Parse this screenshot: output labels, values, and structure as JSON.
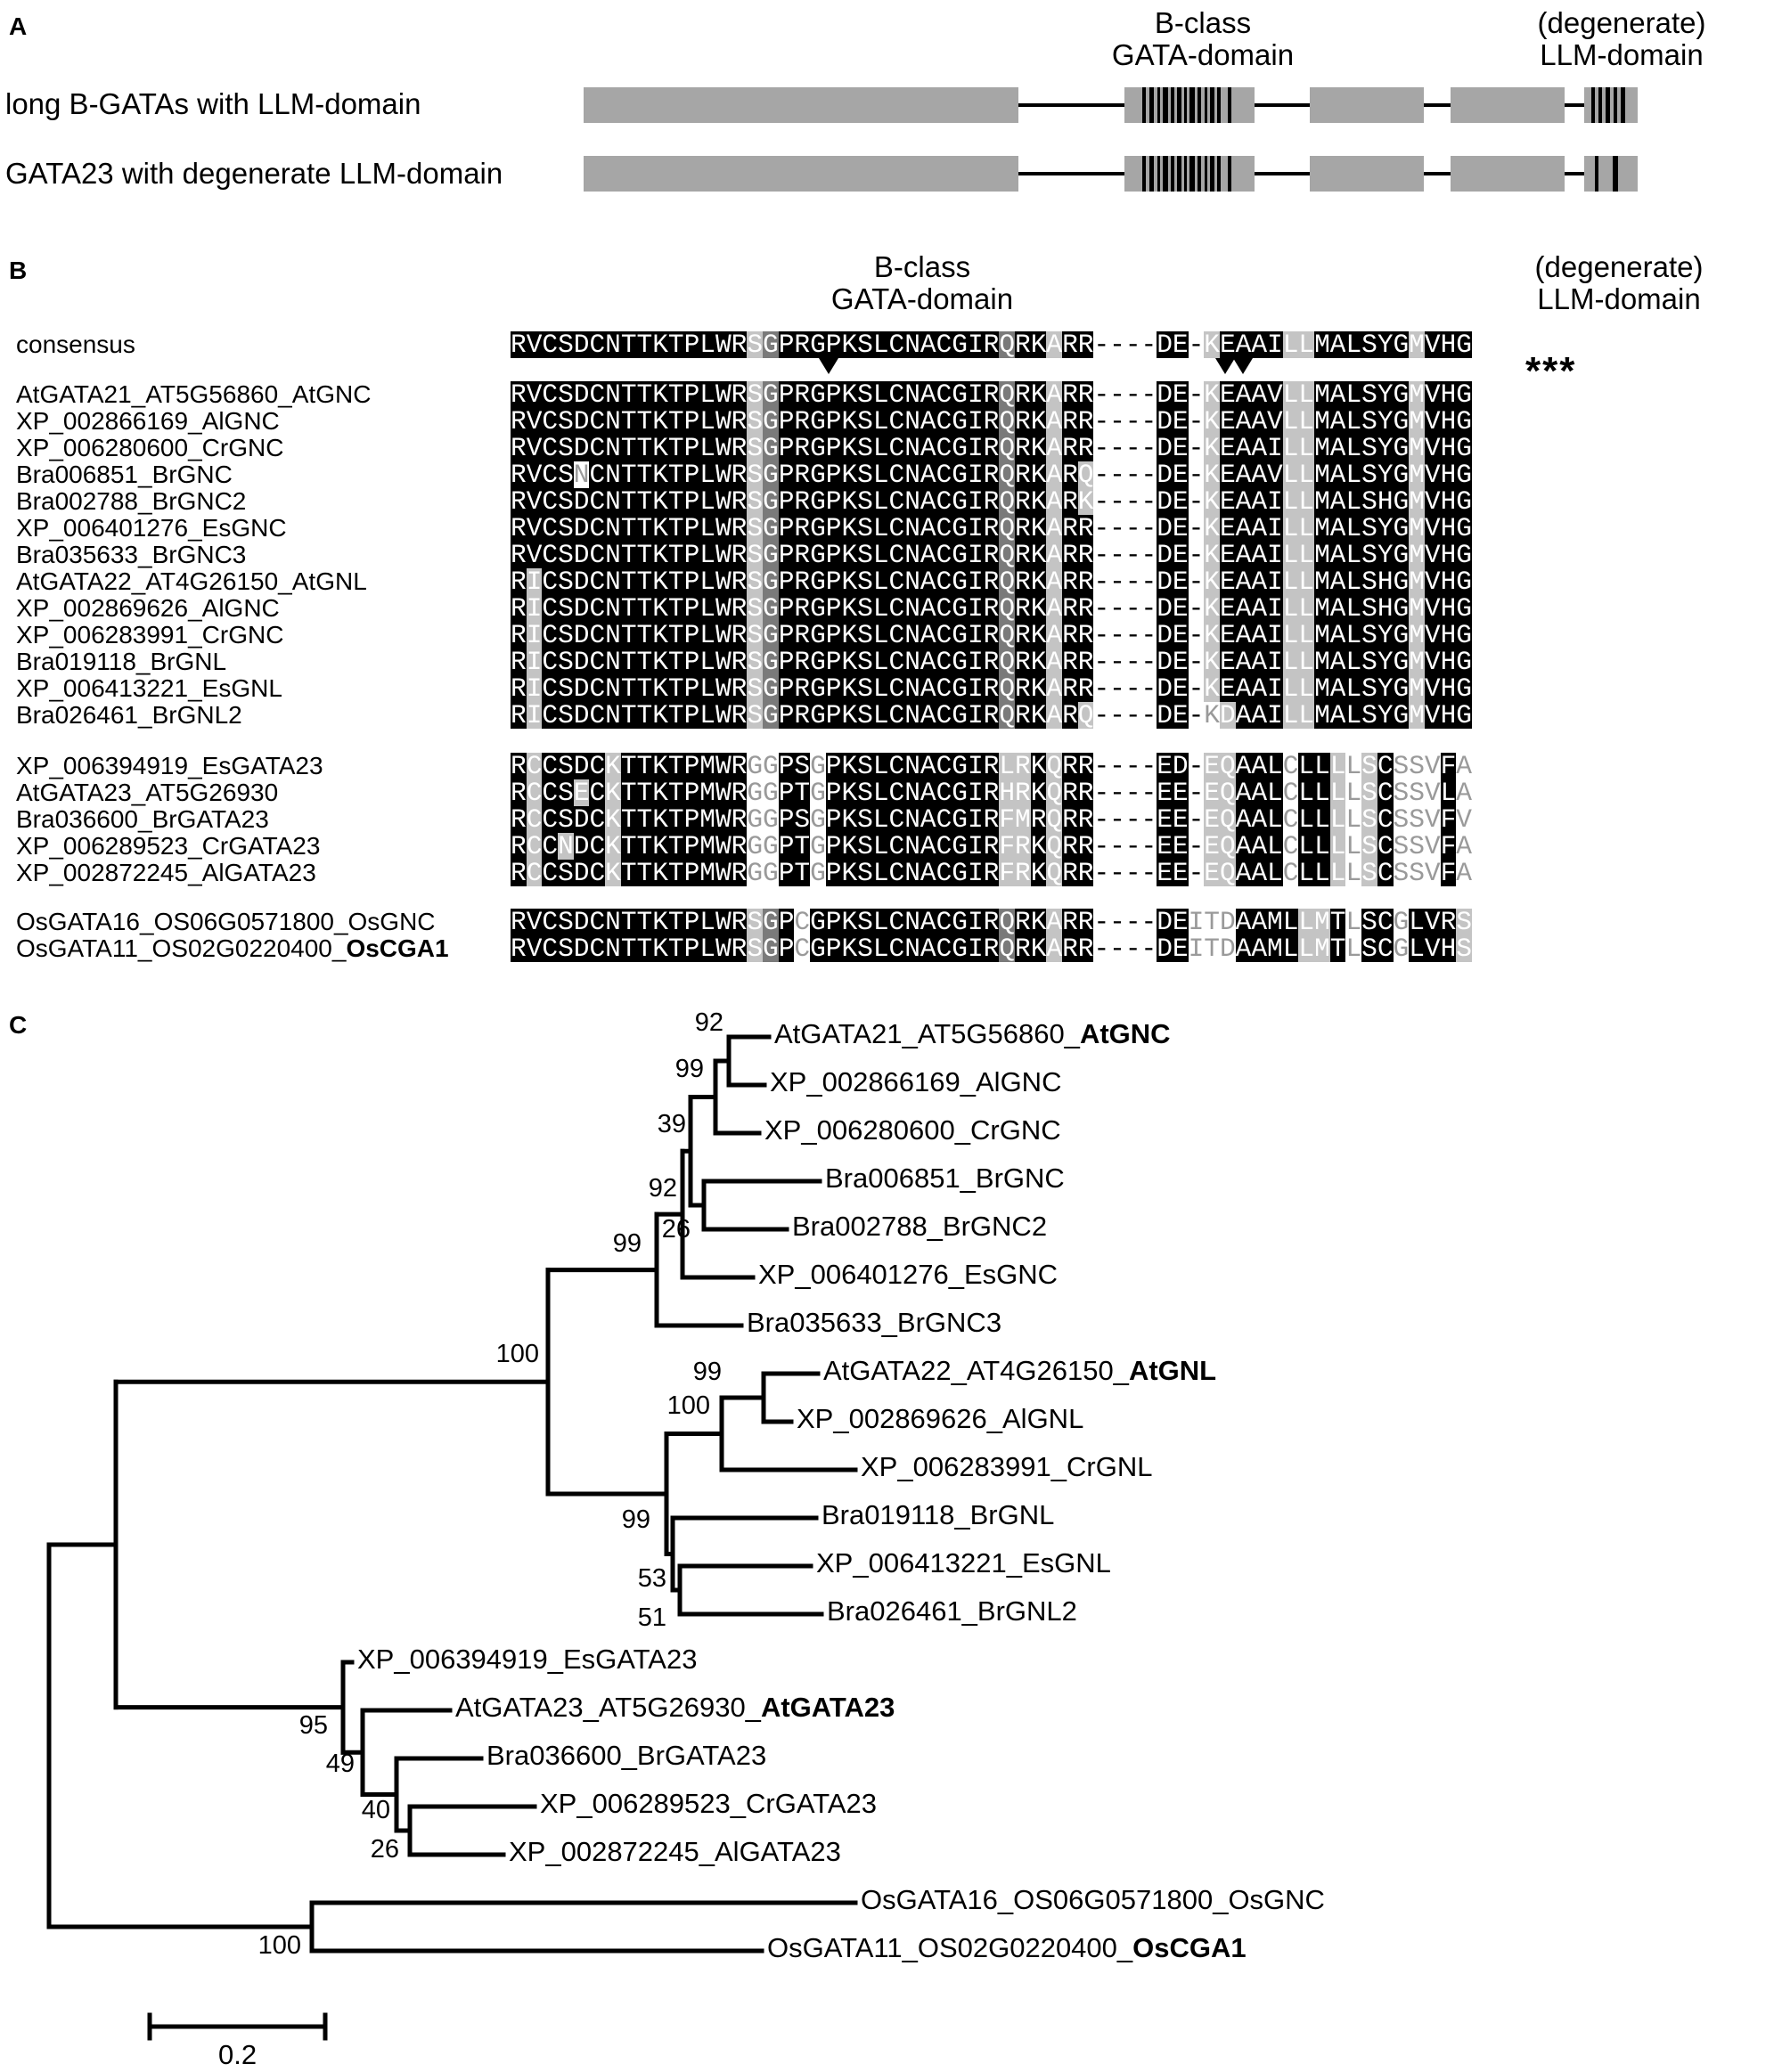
{
  "panels": {
    "a": "A",
    "b": "B",
    "c": "C"
  },
  "panel_a": {
    "header_bclass": "B-class",
    "header_gata": "GATA-domain",
    "header_degenerate": "(degenerate)",
    "header_llm": "LLM-domain",
    "row1": "long B-GATAs with LLM-domain",
    "row2": "GATA23 with degenerate LLM-domain"
  },
  "panel_b": {
    "header_bclass": "B-class",
    "header_gata": "GATA-domain",
    "header_degenerate": "(degenerate)",
    "header_llm": "LLM-domain",
    "stars": "***",
    "names": [
      "consensus",
      "AtGATA21_AT5G56860_AtGNC",
      "XP_002866169_AlGNC",
      "XP_006280600_CrGNC",
      "Bra006851_BrGNC",
      "Bra002788_BrGNC2",
      "XP_006401276_EsGNC",
      "Bra035633_BrGNC3",
      "AtGATA22_AT4G26150_AtGNL",
      "XP_002869626_AlGNC",
      "XP_006283991_CrGNC",
      "Bra019118_BrGNL",
      "XP_006413221_EsGNL",
      "Bra026461_BrGNL2",
      "XP_006394919_EsGATA23",
      "AtGATA23_AT5G26930",
      "Bra036600_BrGATA23",
      "XP_006289523_CrGATA23",
      "XP_002872245_AlGATA23",
      "OsGATA16_OS06G0571800_OsGNC",
      "OsGATA11_OS02G0220400_"
    ],
    "last_name_bold": "OsCGA1",
    "sequences": [
      "RVCSDCNTTKTPLWRSGPRGPKSLCNACGIRQRKARR----DE-KEAAILLMALSYGMVHG",
      "RVCSDCNTTKTPLWRSGPRGPKSLCNACGIRQRKARR----DE-KEAAVLLMALSYGMVHG",
      "RVCSDCNTTKTPLWRSGPRGPKSLCNACGIRQRKARR----DE-KEAAVLLMALSYGMVHG",
      "RVCSDCNTTKTPLWRSGPRGPKSLCNACGIRQRKARR----DE-KEAAILLMALSYGMVHG",
      "RVCSNCNTTKTPLWRSGPRGPKSLCNACGIRQRKARQ----DE-KEAAVLLMALSYGMVHG",
      "RVCSDCNTTKTPLWRSGPRGPKSLCNACGIRQRKARK----DE-KEAAILLMALSHGMVHG",
      "RVCSDCNTTKTPLWRSGPRGPKSLCNACGIRQRKARR----DE-KEAAILLMALSYGMVHG",
      "RVCSDCNTTKTPLWRSGPRGPKSLCNACGIRQRKARR----DE-KEAAILLMALSYGMVHG",
      "RICSDCNTTKTPLWRSGPRGPKSLCNACGIRQRKARR----DE-KEAAILLMALSHGMVHG",
      "RICSDCNTTKTPLWRSGPRGPKSLCNACGIRQRKARR----DE-KEAAILLMALSHGMVHG",
      "RICSDCNTTKTPLWRSGPRGPKSLCNACGIRQRKARR----DE-KEAAILLMALSYGMVHG",
      "RICSDCNTTKTPLWRSGPRGPKSLCNACGIRQRKARR----DE-KEAAILLMALSYGMVHG",
      "RICSDCNTTKTPLWRSGPRGPKSLCNACGIRQRKARR----DE-KEAAILLMALSYGMVHG",
      "RICSDCNTTKTPLWRSGPRGPKSLCNACGIRQRKARQ----DE-KDAAILLMALSYGMVHG",
      "RCCSDCKTTKTPMWRGGPSGPKSLCNACGIRLRKQRR----ED-EQAALCLLLLSCSSVFA",
      "RCCSECKTTKTPMWRGGPTGPKSLCNACGIRHRKQRR----EE-EQAALCLLLLSCSSVLA",
      "RCCSDCKTTKTPMWRGGPSGPKSLCNACGIRFMRQRR----EE-EQAALCLLLLSCSSVFV",
      "RCCNDCKTTKTPMWRGGPTGPKSLCNACGIRFRKQRR----EE-EQAALCLLLLSCSSVFA",
      "RCCSDCKTTKTPMWRGGPTGPKSLCNACGIRFRKQRR----EE-EQAALCLLLLSCSSVFA",
      "RVCSDCNTTKTPLWRSGPCGPKSLCNACGIRQRKARR----DEITDAAMLLMTLSCGLVRS",
      "RVCSDCNTTKTPLWRSGPCGPKSLCNACGIRQRKARR----DEITDAAMLLMTLSCGLVHS"
    ],
    "shades": [
      "bbbbbbbbbbbbbbbgdbbbbbbbbbbbbbbdbbgbbxxxxbbxgbbbbggbbbbbbgbbb",
      "bbbbbbbbbbbbbbbgdbbbbbbbbbbbbbbdbbgbbxxxxbbxgbbbbggbbbbbbgbbb",
      "bbbbbbbbbbbbbbbgdbbbbbbbbbbbbbbdbbgbbxxxxbbxgbbbbggbbbbbbgbbb",
      "bbbbbbbbbbbbbbbgdbbbbbbbbbbbbbbdbbgbbxxxxbbxgbbbbggbbbbbbgbbb",
      "bbbbwbbbbbbbbbbgdbbbbbbbbbbbbbbdbbgbgxxxxbbxgbbbbggbbbbbbgbbb",
      "bbbbbbbbbbbbbbbgdbbbbbbbbbbbbbbdbbgbgxxxxbbxgbbbbggbbbbbbgbbb",
      "bbbbbbbbbbbbbbbgdbbbbbbbbbbbbbbdbbgbbxxxxbbxgbbbbggbbbbbbgbbb",
      "bbbbbbbbbbbbbbbgdbbbbbbbbbbbbbbdbbgbbxxxxbbxgbbbbggbbbbbbgbbb",
      "bgbbbbbbbbbbbbbgdbbbbbbbbbbbbbbdbbgbbxxxxbbxgbbbbggbbbbbbgbbb",
      "bgbbbbbbbbbbbbbgdbbbbbbbbbbbbbbdbbgbbxxxxbbxgbbbbggbbbbbbgbbb",
      "bgbbbbbbbbbbbbbgdbbbbbbbbbbbbbbdbbgbbxxxxbbxgbbbbggbbbbbbgbbb",
      "bgbbbbbbbbbbbbbgdbbbbbbbbbbbbbbdbbgbbxxxxbbxgbbbbggbbbbbbgbbb",
      "bgbbbbbbbbbbbbbgdbbbbbbbbbbbbbbdbbgbbxxxxbbxgbbbbggbbbbbbgbbb",
      "bgbbbbbbbbbbbbbgdbbbbbbbbbbbbbbdbbgbgxxxxbbxwgbbbggbbbbbbgbbb",
      "bgbbbbgbbbbbbbbwwbbwbbbbbbbbbbbggbgbbxxxxbbxggbbbwbbgwgbwwwbww",
      "bgbbgbgbbbbbbbbwwbbwbbbbbbbbbbbggbgbbxxxxbbxggbbbwbbgwgbwwwbww",
      "bgbbbbgbbbbbbbbwwbbwbbbbbbbbbbbggbgbbxxxxbbxggbbbwbbgwgbwwwbww",
      "bgbgbbgbbbbbbbbwwbbwbbbbbbbbbbbggbgbbxxxxbbxggbbbwbbgwgbwwwbww",
      "bgbbbbgbbbbbbbbwwbbwbbbbbbbbbbbggbgbbxxxxbbxggbbbwbbgwgbwwwbww",
      "bbbbbbbbbbbbbbbgdbwbbbbbbbbbbbbdbbgbbxxxxbbwwwbbbbggbwbbwbbbgw",
      "bbbbbbbbbbbbbbbgdbwbbbbbbbbbbbbdbbgbbxxxxbbwwwbbbbggbwbbwbbbgw"
    ]
  },
  "panel_c": {
    "bold_labels": {
      "AtGNC": "AtGNC",
      "AtGNL": "AtGNL",
      "AtGATA23": "AtGATA23",
      "OsCGA1": "OsCGA1"
    },
    "leaves": [
      {
        "text": "AtGATA21_AT5G56860_",
        "bold": "AtGNC"
      },
      {
        "text": "XP_002866169_AlGNC",
        "bold": ""
      },
      {
        "text": "XP_006280600_CrGNC",
        "bold": ""
      },
      {
        "text": "Bra006851_BrGNC",
        "bold": ""
      },
      {
        "text": "Bra002788_BrGNC2",
        "bold": ""
      },
      {
        "text": "XP_006401276_EsGNC",
        "bold": ""
      },
      {
        "text": "Bra035633_BrGNC3",
        "bold": ""
      },
      {
        "text": "AtGATA22_AT4G26150_",
        "bold": "AtGNL"
      },
      {
        "text": "XP_002869626_AlGNL",
        "bold": ""
      },
      {
        "text": "XP_006283991_CrGNL",
        "bold": ""
      },
      {
        "text": "Bra019118_BrGNL",
        "bold": ""
      },
      {
        "text": "XP_006413221_EsGNL",
        "bold": ""
      },
      {
        "text": "Bra026461_BrGNL2",
        "bold": ""
      },
      {
        "text": "XP_006394919_EsGATA23",
        "bold": ""
      },
      {
        "text": "AtGATA23_AT5G26930_",
        "bold": "AtGATA23"
      },
      {
        "text": "Bra036600_BrGATA23",
        "bold": ""
      },
      {
        "text": "XP_006289523_CrGATA23",
        "bold": ""
      },
      {
        "text": "XP_002872245_AlGATA23",
        "bold": ""
      },
      {
        "text": "OsGATA16_OS06G0571800_OsGNC",
        "bold": ""
      },
      {
        "text": "OsGATA11_OS02G0220400_",
        "bold": "OsCGA1"
      }
    ],
    "bootstraps": [
      "92",
      "99",
      "39",
      "92",
      "26",
      "99",
      "100",
      "99",
      "100",
      "99",
      "53",
      "51",
      "95",
      "49",
      "40",
      "26",
      "100"
    ],
    "scale_label": "0.2"
  }
}
